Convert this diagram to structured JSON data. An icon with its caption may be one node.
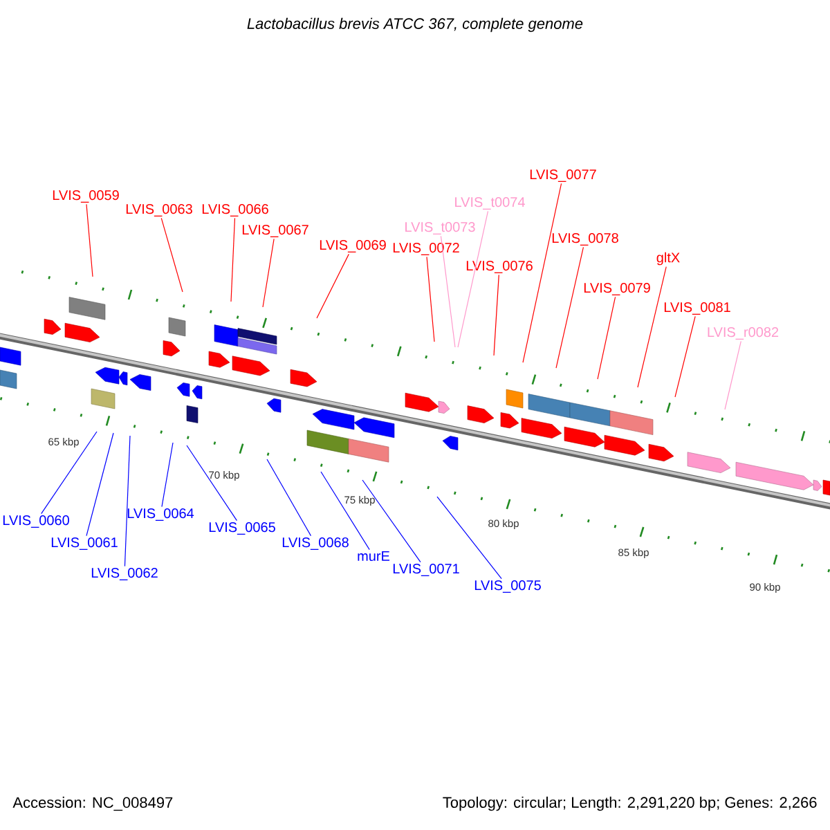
{
  "diagram": {
    "title": "Lactobacillus brevis ATCC 367, complete genome",
    "nodes": [
      {
        "text": [
          "LVIS_0059"
        ]
      },
      {
        "text": [
          "LVIS_0063"
        ]
      },
      {
        "text": [
          "LVIS_0066"
        ]
      },
      {
        "text": [
          "LVIS_0067"
        ]
      },
      {
        "text": [
          "LVIS_0069"
        ]
      },
      {
        "text": [
          "LVIS_0072"
        ]
      },
      {
        "text": [
          "LVIS_t0074"
        ]
      },
      {
        "text": [
          "LVIS_t0073"
        ]
      },
      {
        "text": [
          "LVIS_0077"
        ]
      },
      {
        "text": [
          "LVIS_0076"
        ]
      },
      {
        "text": [
          "LVIS_0078"
        ]
      },
      {
        "text": [
          "LVIS_0079"
        ]
      },
      {
        "text": [
          "gltX"
        ]
      },
      {
        "text": [
          "LVIS_0081"
        ]
      },
      {
        "text": [
          "LVIS_r0082"
        ]
      },
      {
        "text": [
          "LVIS_0060"
        ]
      },
      {
        "text": [
          "LVIS_0061"
        ]
      },
      {
        "text": [
          "LVIS_0062"
        ]
      },
      {
        "text": [
          "LVIS_0064"
        ]
      },
      {
        "text": [
          "LVIS_0065"
        ]
      },
      {
        "text": [
          "LVIS_0068"
        ]
      },
      {
        "text": [
          "murE"
        ]
      },
      {
        "text": [
          "LVIS_0071"
        ]
      },
      {
        "text": [
          "LVIS_0075"
        ]
      }
    ],
    "edges": [
      {
        "from": 0,
        "to": null,
        "arrow": "none"
      },
      {
        "from": 1,
        "to": null,
        "arrow": "none"
      },
      {
        "from": 2,
        "to": null,
        "arrow": "none"
      },
      {
        "from": 3,
        "to": null,
        "arrow": "none"
      },
      {
        "from": 4,
        "to": null,
        "arrow": "none"
      },
      {
        "from": 5,
        "to": null,
        "arrow": "none"
      },
      {
        "from": 6,
        "to": null,
        "arrow": "none",
        "color": "#ff99cc"
      },
      {
        "from": 7,
        "to": null,
        "arrow": "none",
        "color": "#ff99cc"
      },
      {
        "from": 8,
        "to": null,
        "arrow": "none"
      },
      {
        "from": 9,
        "to": null,
        "arrow": "none"
      },
      {
        "from": 10,
        "to": null,
        "arrow": "none"
      },
      {
        "from": 11,
        "to": null,
        "arrow": "none"
      },
      {
        "from": 12,
        "to": null,
        "arrow": "none"
      },
      {
        "from": 13,
        "to": null,
        "arrow": "none"
      },
      {
        "from": 14,
        "to": null,
        "arrow": "none",
        "color": "#ff99cc"
      },
      {
        "from": 15,
        "to": null,
        "arrow": "none",
        "color": "#0000ff"
      },
      {
        "from": 16,
        "to": null,
        "arrow": "none",
        "color": "#0000ff"
      },
      {
        "from": 17,
        "to": null,
        "arrow": "none",
        "color": "#0000ff"
      },
      {
        "from": 18,
        "to": null,
        "arrow": "none",
        "color": "#0000ff"
      },
      {
        "from": 19,
        "to": null,
        "arrow": "none",
        "color": "#0000ff"
      },
      {
        "from": 20,
        "to": null,
        "arrow": "none",
        "color": "#0000ff"
      },
      {
        "from": 21,
        "to": null,
        "arrow": "none",
        "color": "#0000ff"
      },
      {
        "from": 22,
        "to": null,
        "arrow": "none",
        "color": "#0000ff"
      },
      {
        "from": 23,
        "to": null,
        "arrow": "none",
        "color": "#0000ff"
      }
    ],
    "labels": [
      "65 kbp",
      "70 kbp",
      "75 kbp",
      "80 kbp",
      "85 kbp",
      "90 kbp",
      "Accession: NC_008497",
      "Topology: circular; Length: 2,291,220 bp; Genes: 2,266"
    ]
  }
}
